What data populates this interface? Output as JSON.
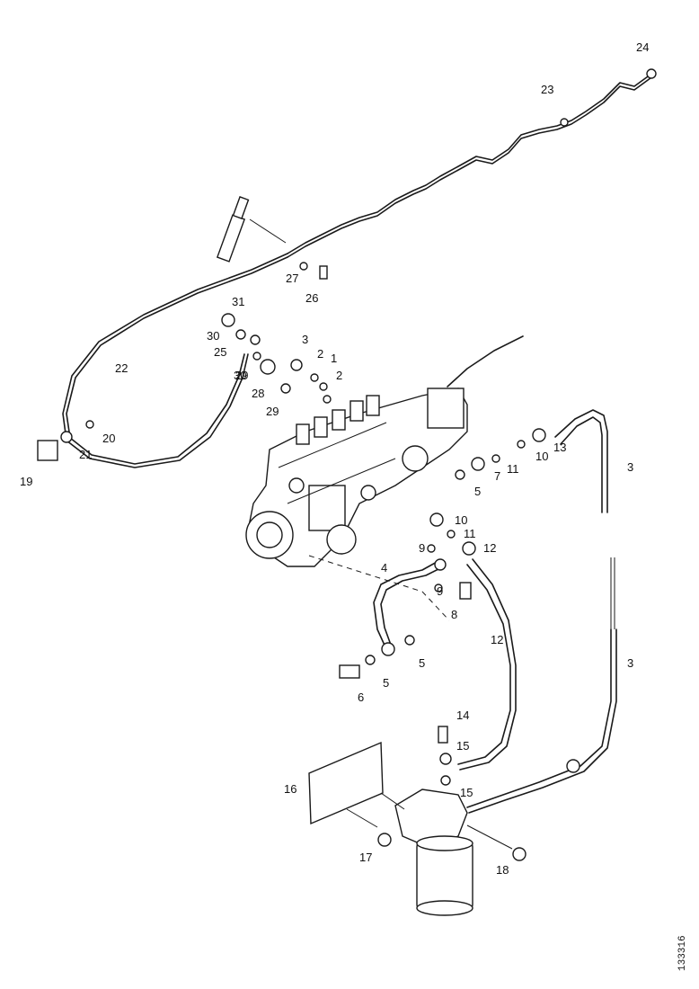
{
  "diagram": {
    "drawing_code": "133316",
    "callouts": [
      {
        "id": "c1",
        "text": "1"
      },
      {
        "id": "c2a",
        "text": "2"
      },
      {
        "id": "c2b",
        "text": "2"
      },
      {
        "id": "c3a",
        "text": "3"
      },
      {
        "id": "c3b",
        "text": "3"
      },
      {
        "id": "c3c",
        "text": "3"
      },
      {
        "id": "c4",
        "text": "4"
      },
      {
        "id": "c5a",
        "text": "5"
      },
      {
        "id": "c5b",
        "text": "5"
      },
      {
        "id": "c5c",
        "text": "5"
      },
      {
        "id": "c6",
        "text": "6"
      },
      {
        "id": "c7",
        "text": "7"
      },
      {
        "id": "c8",
        "text": "8"
      },
      {
        "id": "c9a",
        "text": "9"
      },
      {
        "id": "c9b",
        "text": "9"
      },
      {
        "id": "c10a",
        "text": "10"
      },
      {
        "id": "c10b",
        "text": "10"
      },
      {
        "id": "c11a",
        "text": "11"
      },
      {
        "id": "c11b",
        "text": "11"
      },
      {
        "id": "c12a",
        "text": "12"
      },
      {
        "id": "c12b",
        "text": "12"
      },
      {
        "id": "c13",
        "text": "13"
      },
      {
        "id": "c14",
        "text": "14"
      },
      {
        "id": "c15a",
        "text": "15"
      },
      {
        "id": "c15b",
        "text": "15"
      },
      {
        "id": "c16",
        "text": "16"
      },
      {
        "id": "c17",
        "text": "17"
      },
      {
        "id": "c18",
        "text": "18"
      },
      {
        "id": "c19",
        "text": "19"
      },
      {
        "id": "c20",
        "text": "20"
      },
      {
        "id": "c21",
        "text": "21"
      },
      {
        "id": "c22",
        "text": "22"
      },
      {
        "id": "c23",
        "text": "23"
      },
      {
        "id": "c24",
        "text": "24"
      },
      {
        "id": "c25",
        "text": "25"
      },
      {
        "id": "c26",
        "text": "26"
      },
      {
        "id": "c27",
        "text": "27"
      },
      {
        "id": "c28",
        "text": "28"
      },
      {
        "id": "c29a",
        "text": "29"
      },
      {
        "id": "c29b",
        "text": "29"
      },
      {
        "id": "c30a",
        "text": "30"
      },
      {
        "id": "c30b",
        "text": "30"
      },
      {
        "id": "c31",
        "text": "31"
      }
    ]
  }
}
